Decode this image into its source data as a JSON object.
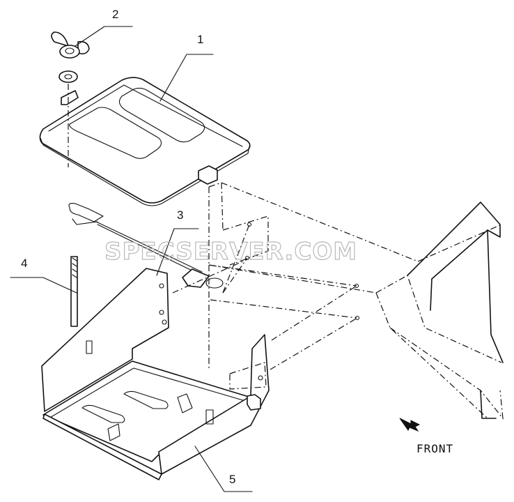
{
  "callouts": [
    {
      "id": "1",
      "part": "battery cover"
    },
    {
      "id": "2",
      "part": "wing nut"
    },
    {
      "id": "3",
      "part": "hold-down rod"
    },
    {
      "id": "4",
      "part": "bolt"
    },
    {
      "id": "5",
      "part": "battery tray"
    }
  ],
  "labels": {
    "c1": "1",
    "c2": "2",
    "c3": "3",
    "c4": "4",
    "c5": "5",
    "front": "FRONT",
    "watermark": "SPECSERVER.COM"
  }
}
